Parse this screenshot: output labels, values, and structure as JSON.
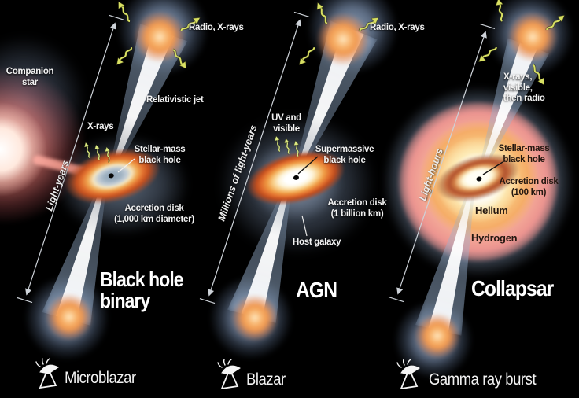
{
  "panels": [
    {
      "id": "black-hole-binary",
      "emission_top": "Radio, X-rays",
      "companion_line1": "Companion",
      "companion_line2": "star",
      "jet_label": "Relativistic jet",
      "radiation_label": "X-rays",
      "bh_line1": "Stellar-mass",
      "bh_line2": "black hole",
      "disk_line1": "Accretion disk",
      "disk_line2": "(1,000 km diameter)",
      "scale_label": "Light-years",
      "title_line1": "Black hole",
      "title_line2": "binary",
      "observer_label": "Microblazar"
    },
    {
      "id": "agn",
      "emission_top": "Radio, X-rays",
      "radiation_line1": "UV and",
      "radiation_line2": "visible",
      "bh_line1": "Supermassive",
      "bh_line2": "black hole",
      "disk_line1": "Accretion disk",
      "disk_line2": "(1 billion km)",
      "host_label": "Host galaxy",
      "scale_label": "Millions of light-years",
      "title": "AGN",
      "observer_label": "Blazar"
    },
    {
      "id": "collapsar",
      "emission_line1": "X-rays,",
      "emission_line2": "visible,",
      "emission_line3": "then radio",
      "bh_line1": "Stellar-mass",
      "bh_line2": "black hole",
      "disk_line1": "Accretion disk",
      "disk_line2": "(100 km)",
      "layer_helium": "Helium",
      "layer_hydrogen": "Hydrogen",
      "scale_label": "Light-hours",
      "title": "Collapsar",
      "observer_label": "Gamma ray burst"
    }
  ],
  "icons": {
    "telescope": "radio-telescope-icon",
    "radiation": "radiation-squiggle-icon"
  },
  "colors": {
    "background": "#000000",
    "label_text": "#f2f2f2",
    "dark_label_text": "#241710",
    "radiation_arrow": "#d8e063",
    "scale_arrow": "#cdd2d8",
    "jet_white": "#ffffff",
    "hotspot_orange": "#f2a45f",
    "lobe_blue_gray": "#8097b2",
    "companion_pink": "#f5b0a8",
    "hydrogen_pink": "#f0a08d",
    "helium_yellow": "#fbd084",
    "accretion_orange": "#e06a2e"
  }
}
